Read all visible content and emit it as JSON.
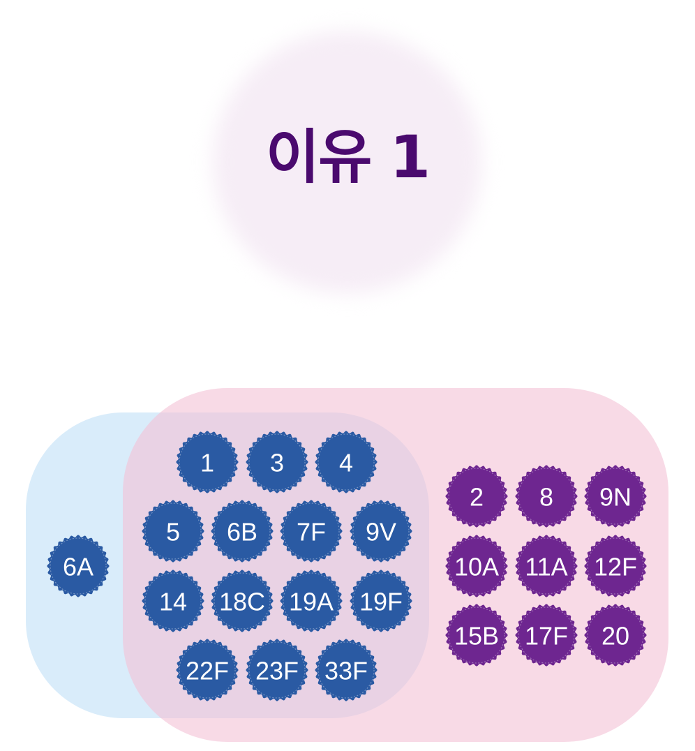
{
  "title": "이유 1",
  "colors": {
    "title": "#4a0a6e",
    "blue_region": "#d9ecfa",
    "pink_region": "#f4c2d6",
    "overlap_region": "#e6c3ec",
    "blue_badge": "#2a5aa3",
    "purple_badge": "#6e2690"
  },
  "left_only": [
    "6A"
  ],
  "both": [
    [
      "1",
      "3",
      "4"
    ],
    [
      "5",
      "6B",
      "7F",
      "9V"
    ],
    [
      "14",
      "18C",
      "19A",
      "19F"
    ],
    [
      "22F",
      "23F",
      "33F"
    ]
  ],
  "right_only": [
    [
      "2",
      "8",
      "9N"
    ],
    [
      "10A",
      "11A",
      "12F"
    ],
    [
      "15B",
      "17F",
      "20"
    ]
  ]
}
